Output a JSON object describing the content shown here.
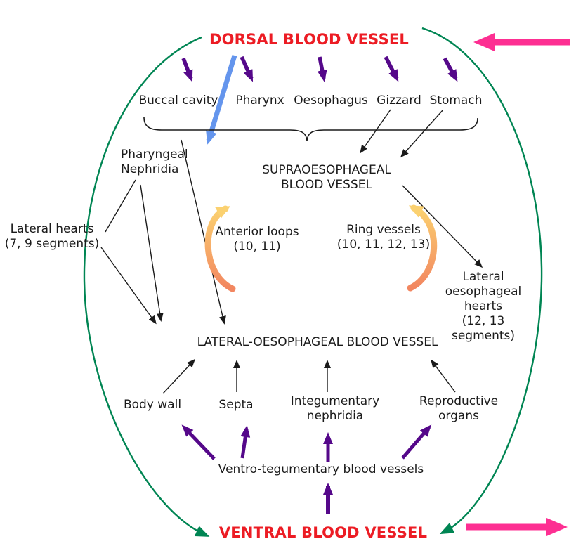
{
  "titles": {
    "dorsal": "DORSAL BLOOD VESSEL",
    "ventral": "VENTRAL BLOOD VESSEL"
  },
  "labels": {
    "buccal_cavity": "Buccal cavity",
    "pharynx": "Pharynx",
    "oesophagus": "Oesophagus",
    "gizzard": "Gizzard",
    "stomach": "Stomach",
    "pharyngeal_nephridia": "Pharyngeal\nNephridia",
    "supraoesophageal_vessel": "SUPRAOESOPHAGEAL\nBLOOD VESSEL",
    "lateral_hearts": "Lateral hearts\n(7, 9 segments)",
    "anterior_loops": "Anterior loops\n(10, 11)",
    "ring_vessels": "Ring vessels\n(10, 11, 12, 13)",
    "lateral_oesophageal_hearts": "Lateral oesophageal\nhearts\n(12, 13 segments)",
    "lateral_oesophageal_vessel": "LATERAL-OESOPHAGEAL BLOOD VESSEL",
    "body_wall": "Body wall",
    "septa": "Septa",
    "integumentary_nephridia": "Integumentary\nnephridia",
    "reproductive_organs": "Reproductive\norgans",
    "ventro_tegumentary": "Ventro-tegumentary blood vessels"
  },
  "colors": {
    "red": "#ec1c24",
    "purple": "#55088a",
    "blue": "#6495ed",
    "pink": "#fd2f92",
    "green": "#008553",
    "ink": "#1a1a1a",
    "orange_light": "#fbd170",
    "orange_dark": "#f28660"
  }
}
